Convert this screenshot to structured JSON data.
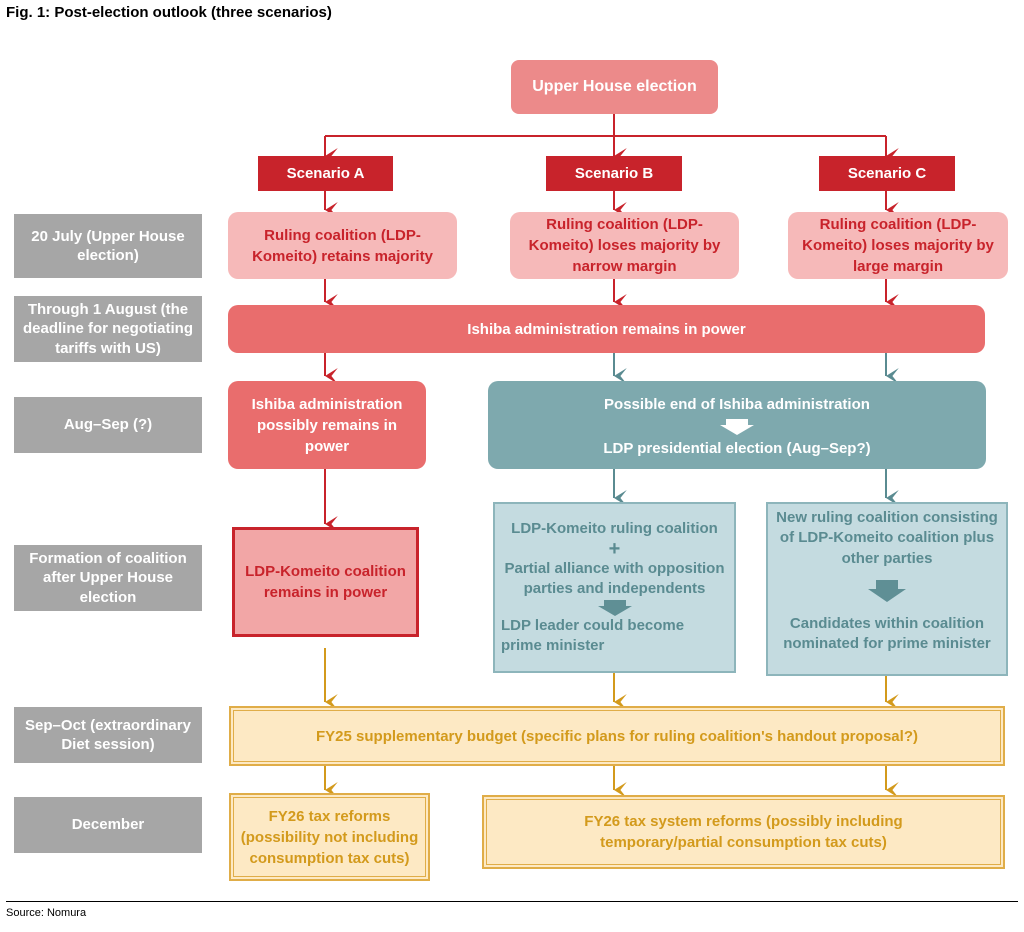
{
  "title": "Fig. 1: Post-election outlook (three scenarios)",
  "source": "Source: Nomura",
  "colors": {
    "red": "#c8232b",
    "teal": "#5a8b91",
    "gold": "#d39a1c",
    "label_gray": "#a6a6a6"
  },
  "root": "Upper House election",
  "scenarios": [
    "Scenario A",
    "Scenario B",
    "Scenario C"
  ],
  "row_labels": [
    "20 July (Upper House election)",
    "Through 1 August (the deadline for negotiating tariffs with US)",
    "Aug–Sep (?)",
    "Formation of coalition after Upper House election",
    "Sep–Oct (extraordinary Diet session)",
    "December"
  ],
  "outcomes": [
    "Ruling coalition (LDP-Komeito) retains majority",
    "Ruling coalition (LDP-Komeito) loses majority by narrow margin",
    "Ruling coalition (LDP-Komeito) loses majority by large margin"
  ],
  "remains_in_power": "Ishiba administration remains in power",
  "aug_sep": {
    "a": "Ishiba administration possibly remains in power",
    "bc_top": "Possible end of Ishiba administration",
    "bc_bottom": "LDP presidential election (Aug–Sep?)"
  },
  "coalition": {
    "a": "LDP-Komeito coalition remains in power",
    "b_top": "LDP-Komeito ruling coalition",
    "b_plus": "+",
    "b_mid": "Partial alliance with opposition parties and independents",
    "b_bottom": "LDP leader could become prime minister",
    "c_top": "New ruling coalition consisting of LDP-Komeito coalition plus other parties",
    "c_bottom": "Candidates within coalition nominated for prime minister"
  },
  "budget": "FY25 supplementary budget (specific plans for ruling coalition's handout proposal?)",
  "december": {
    "a": "FY26 tax reforms (possibility not including consumption tax cuts)",
    "bc": "FY26 tax system reforms (possibly including temporary/partial consumption tax cuts)"
  }
}
